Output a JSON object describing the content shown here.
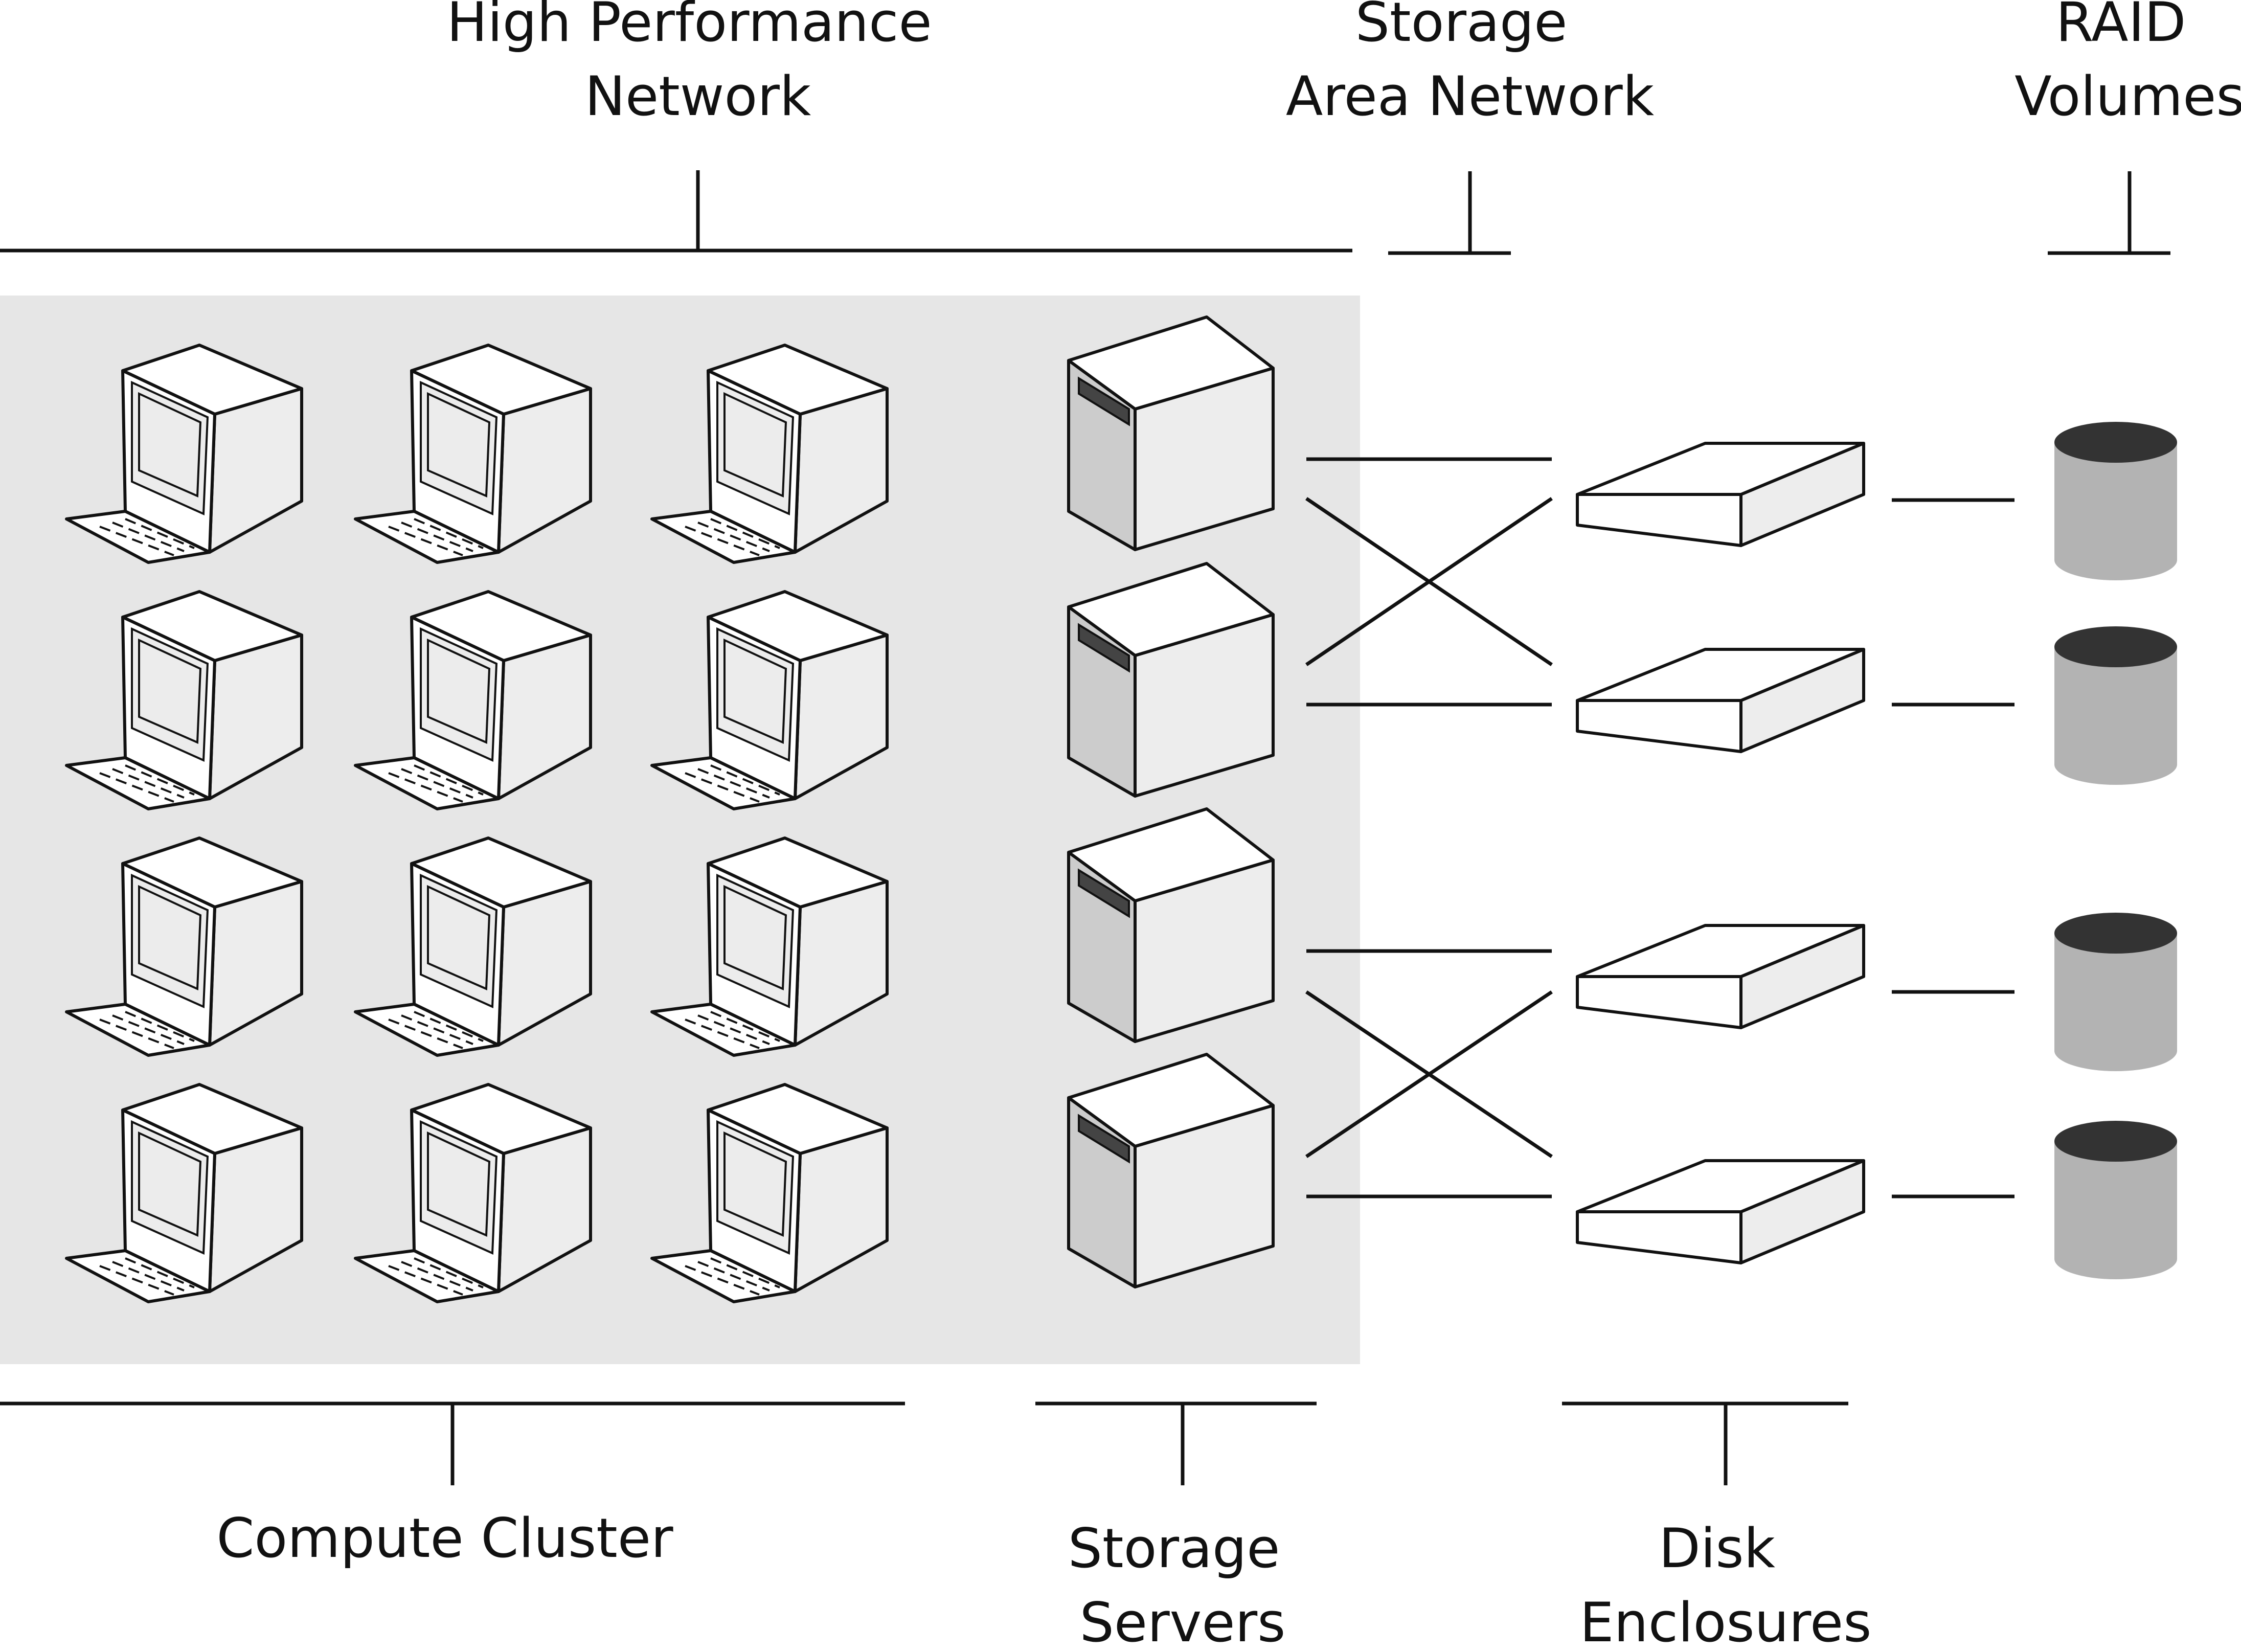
{
  "labels": {
    "high_performance_network": [
      "High Performance",
      "Network"
    ],
    "storage_area_network": [
      "Storage",
      "Area Network"
    ],
    "raid_volumes": [
      "RAID",
      "Volumes"
    ],
    "compute_cluster": [
      "Compute Cluster"
    ],
    "storage_servers": [
      "Storage",
      "Servers"
    ],
    "disk_enclosures": [
      "Disk",
      "Enclosures"
    ]
  },
  "colors": {
    "cluster_region": "#e6e6e6",
    "device_face": "#ffffff",
    "device_side": "#ededed",
    "screen": "#ececec",
    "server_front": "#cccccc",
    "server_slot": "#444444",
    "cylinder_body": "#b3b3b3",
    "cylinder_top": "#333333",
    "line": "#111111"
  },
  "icons": {
    "workstation": "workstation-icon",
    "server": "server-icon",
    "disk_enclosure": "disk-enclosure-icon",
    "raid_volume": "database-cylinder-icon"
  },
  "counts": {
    "workstation_columns": 3,
    "workstation_rows": 4,
    "storage_servers": 4,
    "disk_enclosures": 4,
    "raid_volumes": 4
  }
}
